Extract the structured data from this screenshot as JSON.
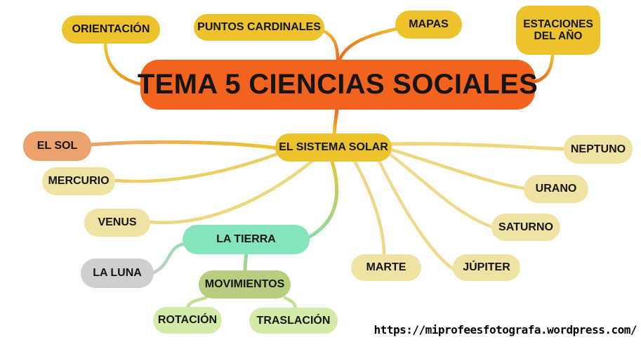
{
  "mindmap": {
    "nodes": {
      "tema5": {
        "label": "TEMA 5 CIENCIAS SOCIALES",
        "color": "#F2641D"
      },
      "orientacion": {
        "label": "ORIENTACIÓN",
        "color": "#EDC32D"
      },
      "puntos_cardinales": {
        "label": "PUNTOS CARDINALES",
        "color": "#EDC32D"
      },
      "mapas": {
        "label": "MAPAS",
        "color": "#EDC32D"
      },
      "estaciones": {
        "label": "ESTACIONES DEL AÑO",
        "color": "#EDC32D"
      },
      "sistema_solar": {
        "label": "EL SISTEMA SOLAR",
        "color": "#EDC32D"
      },
      "el_sol": {
        "label": "EL SOL",
        "color": "#EBA26C"
      },
      "mercurio": {
        "label": "MERCURIO",
        "color": "#EFE2A2"
      },
      "venus": {
        "label": "VENUS",
        "color": "#EFE2A2"
      },
      "la_tierra": {
        "label": "LA TIERRA",
        "color": "#85E5BA"
      },
      "marte": {
        "label": "MARTE",
        "color": "#EFE2A2"
      },
      "jupiter": {
        "label": "JÚPITER",
        "color": "#EFE2A2"
      },
      "saturno": {
        "label": "SATURNO",
        "color": "#EFE2A2"
      },
      "urano": {
        "label": "URANO",
        "color": "#EFE2A2"
      },
      "neptuno": {
        "label": "NEPTUNO",
        "color": "#EFE2A2"
      },
      "la_luna": {
        "label": "LA LUNA",
        "color": "#CFCFCF"
      },
      "movimientos": {
        "label": "MOVIMIENTOS",
        "color": "#B6CE7D"
      },
      "rotacion": {
        "label": "ROTACIÓN",
        "color": "#D3EBA6"
      },
      "traslacion": {
        "label": "TRASLACIÓN",
        "color": "#D3EBA6"
      }
    },
    "edges": [
      {
        "from": "tema5",
        "to": "orientacion"
      },
      {
        "from": "tema5",
        "to": "puntos_cardinales"
      },
      {
        "from": "tema5",
        "to": "mapas"
      },
      {
        "from": "tema5",
        "to": "estaciones"
      },
      {
        "from": "tema5",
        "to": "sistema_solar"
      },
      {
        "from": "sistema_solar",
        "to": "el_sol"
      },
      {
        "from": "sistema_solar",
        "to": "mercurio"
      },
      {
        "from": "sistema_solar",
        "to": "venus"
      },
      {
        "from": "sistema_solar",
        "to": "la_tierra"
      },
      {
        "from": "sistema_solar",
        "to": "marte"
      },
      {
        "from": "sistema_solar",
        "to": "jupiter"
      },
      {
        "from": "sistema_solar",
        "to": "saturno"
      },
      {
        "from": "sistema_solar",
        "to": "urano"
      },
      {
        "from": "sistema_solar",
        "to": "neptuno"
      },
      {
        "from": "la_tierra",
        "to": "la_luna"
      },
      {
        "from": "la_tierra",
        "to": "movimientos"
      },
      {
        "from": "movimientos",
        "to": "rotacion"
      },
      {
        "from": "movimientos",
        "to": "traslacion"
      }
    ],
    "palette": {
      "center": "#F2641D",
      "topic_gold": "#EDC32D",
      "planet_pale": "#EFE2A2",
      "sun": "#EBA26C",
      "earth_mint": "#85E5BA",
      "moon_gray": "#CFCFCF",
      "movements_olive": "#B6CE7D",
      "movement_child_green": "#D3EBA6",
      "link_pale_gold": "#F0DA8F",
      "text": "#151515"
    },
    "watermark": "https://miprofeesfotografa.wordpress.com/"
  }
}
